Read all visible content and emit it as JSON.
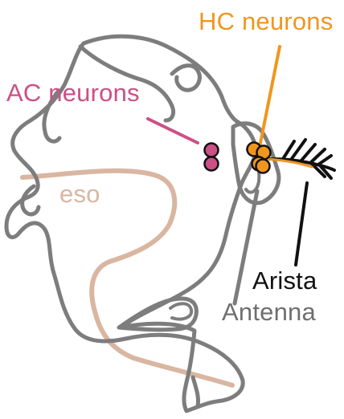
{
  "labels": {
    "hc_neurons": "HC neurons",
    "ac_neurons": "AC neurons",
    "eso": "eso",
    "arista": "Arista",
    "antenna": "Antenna"
  },
  "colors": {
    "hc": "#f0961e",
    "ac": "#cc4f86",
    "eso": "#d9b6a1",
    "outline": "#7d7d7d",
    "arista": "#111111",
    "antenna_text": "#6f6f6f",
    "background": "#ffffff"
  }
}
